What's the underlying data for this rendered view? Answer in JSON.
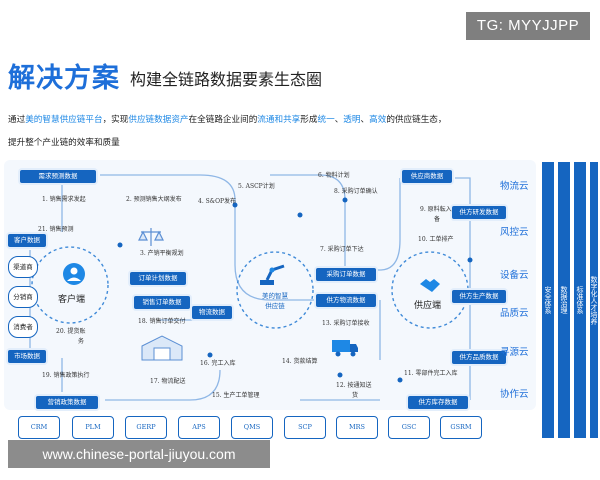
{
  "watermark_top": "TG: MYYJJPP",
  "watermark_bottom": "www.chinese-portal-jiuyou.com",
  "title": {
    "main": "解决方案",
    "sub": "构建全链路数据要素生态圈"
  },
  "description": {
    "line1_parts": [
      "通过",
      "美的智慧供应链平台",
      "，实现",
      "供应链数据资产",
      "在全链路企业间的",
      "流通和共享",
      "形成",
      "统一",
      "、",
      "透明",
      "、",
      "高效",
      "的供应链生态，"
    ],
    "line2": "提升整个产业链的效率和质量"
  },
  "badges": {
    "demand_forecast": "需求预测数据",
    "customer": "客户数据",
    "market": "市场数据",
    "marketing_policy": "营销政策数据",
    "order_plan": "订单计划数据",
    "sales_order": "销售订单数据",
    "logistics": "物流数据",
    "procurement_order": "采购订单数据",
    "supplier_logistics": "供方物流数据",
    "supplier": "供应商数据",
    "supplier_rd": "供方研发数据",
    "supplier_production": "供方生产数据",
    "supplier_quality": "供方品质数据",
    "supplier_inventory": "供方库存数据"
  },
  "steps": {
    "s1": "1. 销售需求发起",
    "s2": "2. 预测销售大纲发布",
    "s3": "3. 产销平衡规划",
    "s4": "4. S&OP发布",
    "s5": "5. ASCP计划",
    "s6": "6. 物料计划",
    "s7": "7. 采购订单下达",
    "s8": "8. 采购订单确认",
    "s9a": "9. 原料転入",
    "s9b": "备",
    "s10": "10. 工单排产",
    "s11": "11. 零部件完工入库",
    "s12a": "12. 按通知送",
    "s12b": "货",
    "s13": "13. 采购订单接收",
    "s14": "14. 货款结算",
    "s15": "15. 生产工单管理",
    "s16": "16. 完工入库",
    "s17": "17. 物流配送",
    "s18": "18. 销售订单交付",
    "s19": "19. 销售政策执行",
    "s20a": "20. 提货账",
    "s20b": "务",
    "s21": "21. 销售预测"
  },
  "customer_side": {
    "label": "客户端",
    "pills": [
      "渠道商",
      "分销商",
      "消费者"
    ]
  },
  "supplier_side": {
    "label": "供应端"
  },
  "center": {
    "line1": "美的智慧",
    "line2": "供应链"
  },
  "clouds": [
    "物流云",
    "风控云",
    "设备云",
    "品质云",
    "寻源云",
    "协作云"
  ],
  "vertical_bars": [
    "安全体系",
    "数据治理",
    "标准体系",
    "数字化人才培养"
  ],
  "systems": [
    "CRM",
    "PLM",
    "GERP",
    "APS",
    "QMS",
    "SCP",
    "MRS",
    "GSC",
    "GSRM"
  ],
  "colors": {
    "accent": "#1e6fd9",
    "badge": "#1565c0",
    "highlight": "#1e88e5"
  }
}
